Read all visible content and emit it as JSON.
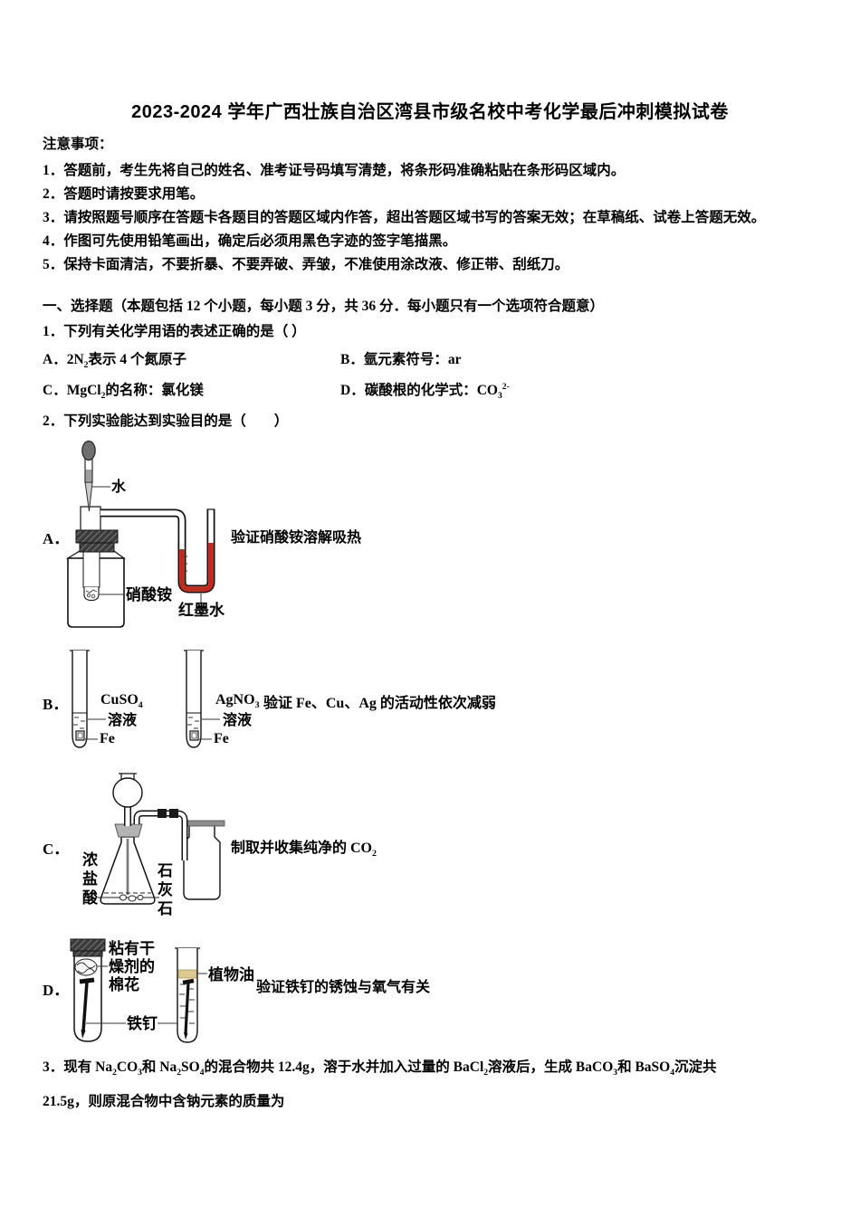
{
  "doc": {
    "title": "2023-2024 学年广西壮族自治区湾县市级名校中考化学最后冲刺模拟试卷",
    "notice": {
      "heading": "注意事项：",
      "items": [
        "1．答题前，考生先将自己的姓名、准考证号码填写清楚，将条形码准确粘贴在条形码区域内。",
        "2．答题时请按要求用笔。",
        "3．请按照题号顺序在答题卡各题目的答题区域内作答，超出答题区域书写的答案无效；在草稿纸、试卷上答题无效。",
        "4．作图可先使用铅笔画出，确定后必须用黑色字迹的签字笔描黑。",
        "5．保持卡面清洁，不要折暴、不要弄破、弄皱，不准使用涂改液、修正带、刮纸刀。"
      ]
    },
    "section": {
      "heading": "一、选择题（本题包括 12 个小题，每小题 3 分，共 36 分．每小题只有一个选项符合题意）"
    },
    "q1": {
      "stem": "1．下列有关化学用语的表述正确的是（ ）",
      "optionA": [
        {
          "t": "A．2N"
        },
        {
          "t": "2",
          "s": "sub"
        },
        {
          "t": "表示 4 个氮原子"
        }
      ],
      "optionB": "B．氩元素符号：ar",
      "optionC": [
        {
          "t": "C．MgCl"
        },
        {
          "t": "2",
          "s": "sub"
        },
        {
          "t": "的名称：氯化镁"
        }
      ],
      "optionD": [
        {
          "t": "D．碳酸根的化学式：CO"
        },
        {
          "t": "3",
          "s": "sub"
        },
        {
          "t": "2-",
          "s": "sup"
        }
      ]
    },
    "q2": {
      "stem": "2．下列实验能达到实验目的是（　　）",
      "options": {
        "A": {
          "label": "A．",
          "caption": "验证硝酸铵溶解吸热",
          "labels": {
            "water": "水",
            "ammonium_nitrate": "硝酸铵",
            "red_ink": "红墨水"
          }
        },
        "B": {
          "label": "B．",
          "caption": "验证 Fe、Cu、Ag 的活动性依次减弱",
          "labels": {
            "cuso4": [
              {
                "t": "CuSO"
              },
              {
                "t": "4",
                "s": "sub"
              }
            ],
            "solution1": "溶液",
            "fe1": "Fe",
            "agno3": [
              {
                "t": "AgNO"
              },
              {
                "t": "3",
                "s": "sub"
              }
            ],
            "solution2": "溶液",
            "fe2": "Fe"
          }
        },
        "C": {
          "label": "C．",
          "caption": [
            {
              "t": "制取并收集纯净的 CO"
            },
            {
              "t": "2",
              "s": "sub"
            }
          ],
          "labels": {
            "hcl": "浓盐酸",
            "limestone": "石灰石"
          }
        },
        "D": {
          "label": "D．",
          "caption": "验证铁钉的锈蚀与氧气有关",
          "labels": {
            "cotton": [
              "粘有干",
              "燥剂的",
              "棉花"
            ],
            "oil": "植物油",
            "nail": "铁钉"
          }
        }
      }
    },
    "q3": {
      "line1": [
        {
          "t": "3．现有 Na"
        },
        {
          "t": "2",
          "s": "sub"
        },
        {
          "t": "CO"
        },
        {
          "t": "3",
          "s": "sub"
        },
        {
          "t": "和 Na"
        },
        {
          "t": "2",
          "s": "sub"
        },
        {
          "t": "SO"
        },
        {
          "t": "4",
          "s": "sub"
        },
        {
          "t": "的混合物共 12.4g，溶于水并加入过量的 BaCl"
        },
        {
          "t": "2",
          "s": "sub"
        },
        {
          "t": "溶液后，生成 BaCO"
        },
        {
          "t": "3",
          "s": "sub"
        },
        {
          "t": "和 BaSO"
        },
        {
          "t": "4",
          "s": "sub"
        },
        {
          "t": "沉淀共"
        }
      ],
      "line2": "21.5g，则原混合物中含钠元素的质量为"
    }
  },
  "palette": {
    "red_ink": "#c5281c",
    "oil_layer": "#ddca8e"
  }
}
